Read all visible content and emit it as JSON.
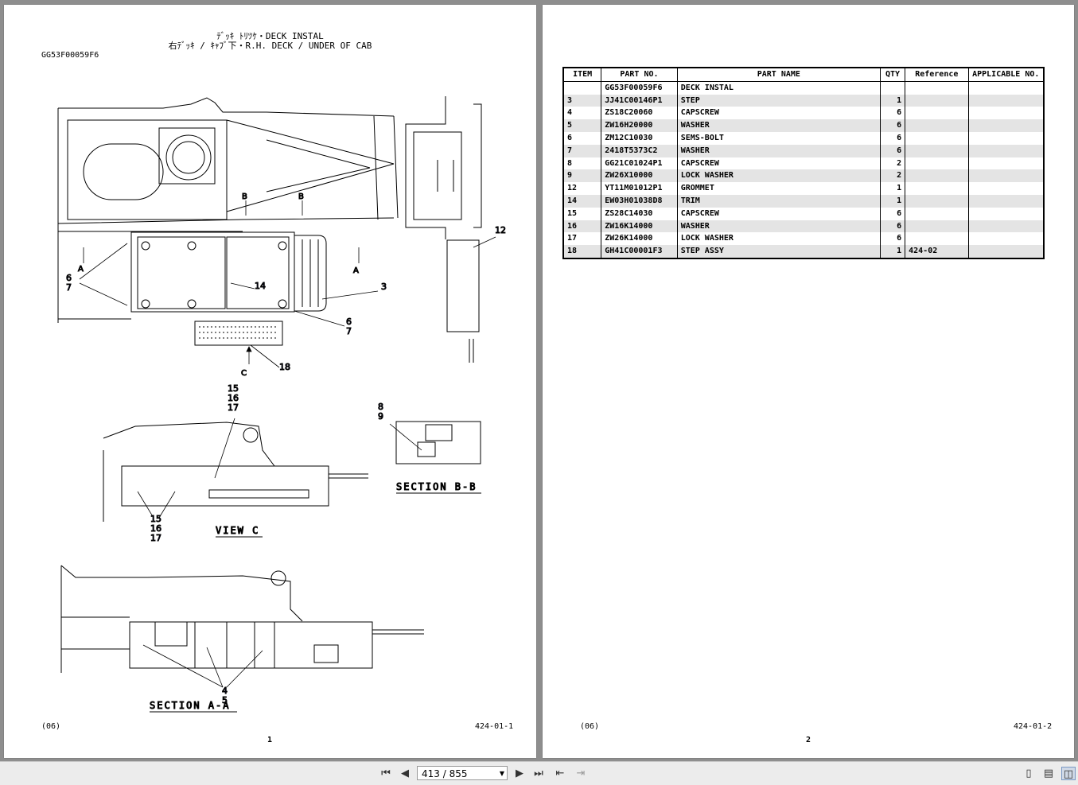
{
  "left_page": {
    "title_line1": "ﾃﾞｯｷ ﾄﾘﾂｹ・DECK INSTAL",
    "title_line2": "右ﾃﾞｯｷ / ｷｬﾌﾞ下・R.H. DECK / UNDER OF CAB",
    "part_code": "GG53F00059F6",
    "footer_left": "(06)",
    "footer_right": "424-01-1",
    "page_number": "1",
    "callouts": {
      "c12": "12",
      "c3": "3",
      "c6a": "6",
      "c7a": "7",
      "c6b": "6",
      "c7b": "7",
      "c14": "14",
      "c18": "18",
      "c15a": "15",
      "c16a": "16",
      "c17a": "17",
      "c15b": "15",
      "c16b": "16",
      "c17b": "17",
      "c8": "8",
      "c9": "9",
      "c4": "4",
      "c5": "5"
    },
    "labels": {
      "section_bb": "SECTION B-B",
      "view_c": "VIEW C",
      "section_aa": "SECTION A-A",
      "a1": "A",
      "a2": "A",
      "b1": "B",
      "b2": "B",
      "c": "C"
    }
  },
  "right_page": {
    "footer_left": "(06)",
    "footer_right": "424-01-2",
    "page_number": "2",
    "table": {
      "headers": [
        "ITEM",
        "PART NO.",
        "PART NAME",
        "QTY",
        "Reference",
        "APPLICABLE NO."
      ],
      "rows": [
        [
          "",
          "GG53F00059F6",
          "DECK INSTAL",
          "",
          "",
          ""
        ],
        [
          "3",
          "JJ41C00146P1",
          "STEP",
          "1",
          "",
          ""
        ],
        [
          "4",
          "ZS18C20060",
          "CAPSCREW",
          "6",
          "",
          ""
        ],
        [
          "5",
          "ZW16H20000",
          "WASHER",
          "6",
          "",
          ""
        ],
        [
          "6",
          "ZM12C10030",
          "SEMS-BOLT",
          "6",
          "",
          ""
        ],
        [
          "7",
          "2418T5373C2",
          "WASHER",
          "6",
          "",
          ""
        ],
        [
          "8",
          "GG21C01024P1",
          "CAPSCREW",
          "2",
          "",
          ""
        ],
        [
          "9",
          "ZW26X10000",
          "LOCK WASHER",
          "2",
          "",
          ""
        ],
        [
          "12",
          "YT11M01012P1",
          "GROMMET",
          "1",
          "",
          ""
        ],
        [
          "14",
          "EW03H01038D8",
          "TRIM",
          "1",
          "",
          ""
        ],
        [
          "15",
          "ZS28C14030",
          "CAPSCREW",
          "6",
          "",
          ""
        ],
        [
          "16",
          "ZW16K14000",
          "WASHER",
          "6",
          "",
          ""
        ],
        [
          "17",
          "ZW26K14000",
          "LOCK WASHER",
          "6",
          "",
          ""
        ],
        [
          "18",
          "GH41C00001F3",
          "STEP ASSY",
          "1",
          "424-02",
          ""
        ]
      ]
    }
  },
  "toolbar": {
    "page_indicator": "413 / 855",
    "icons": [
      "first-page-icon",
      "prev-page-icon",
      "next-page-icon",
      "last-page-icon",
      "back-view-icon",
      "forward-view-icon",
      "single-page-icon",
      "continuous-page-icon",
      "two-page-icon"
    ]
  }
}
